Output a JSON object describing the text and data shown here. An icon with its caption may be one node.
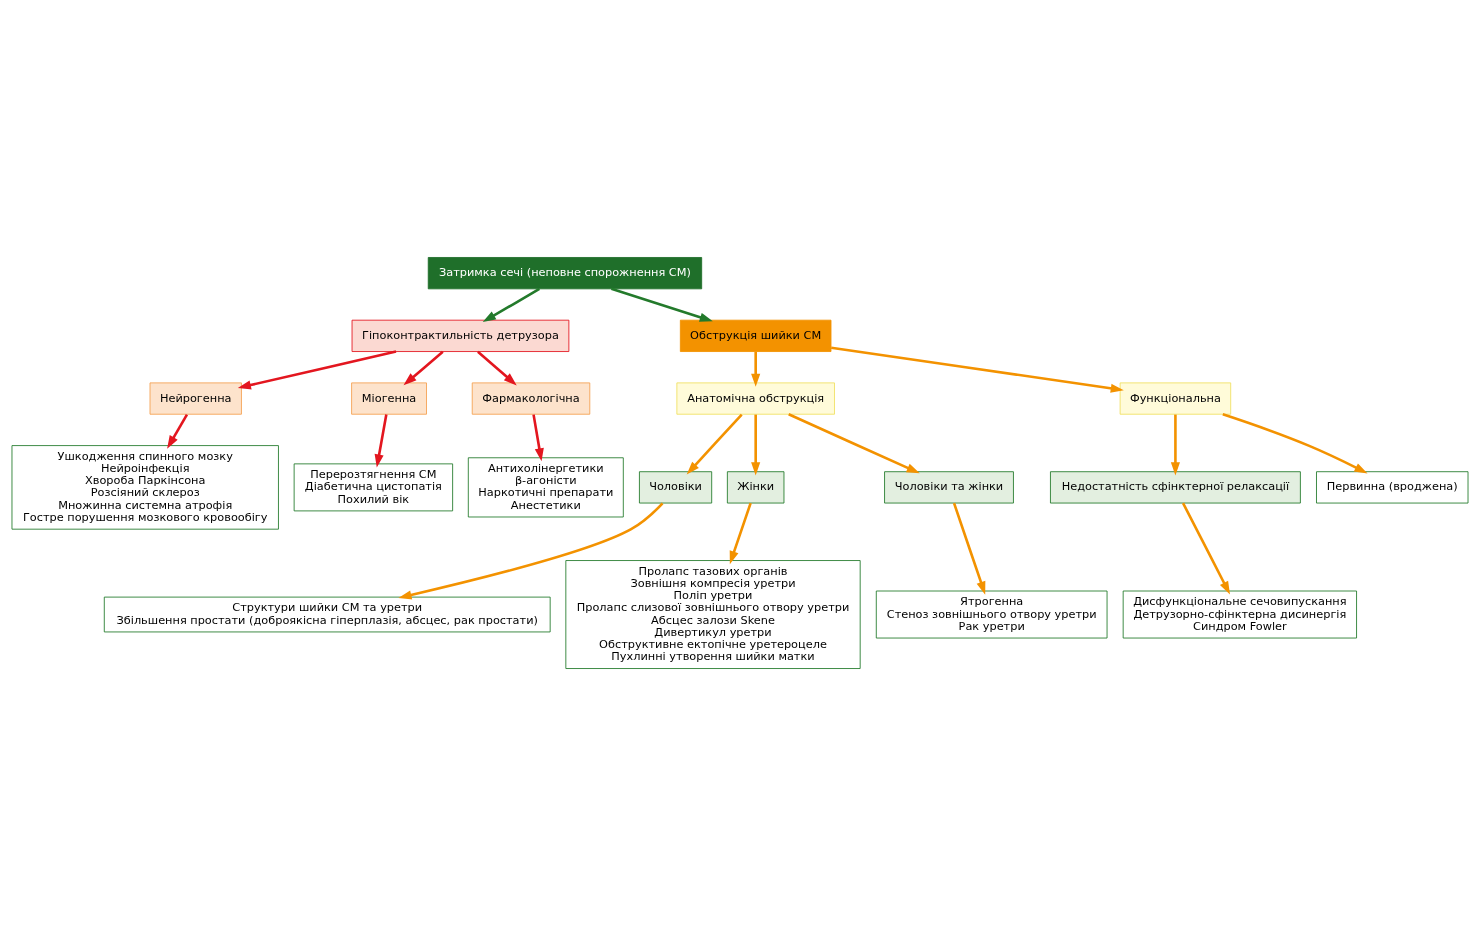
{
  "diagram": {
    "nodes": [
      {
        "text": [
          "Затримка сечі (неповне спорожнення СМ)"
        ]
      },
      {
        "text": [
          "Гіпоконтрактильність детрузора"
        ]
      },
      {
        "text": [
          "Обструкція шийки СМ"
        ]
      },
      {
        "text": [
          "Нейрогенна"
        ]
      },
      {
        "text": [
          "Міогенна"
        ]
      },
      {
        "text": [
          "Фармакологічна"
        ]
      },
      {
        "text": [
          "Анатомічна обструкція"
        ]
      },
      {
        "text": [
          "Функціональна"
        ]
      },
      {
        "text": [
          "Чоловіки"
        ]
      },
      {
        "text": [
          "Жінки"
        ]
      },
      {
        "text": [
          "Чоловіки та жінки"
        ]
      },
      {
        "text": [
          "Недостатність сфінктерної релаксації"
        ]
      },
      {
        "text": [
          "Ушкодження спинного мозку",
          "Нейроінфекція",
          "Хвороба Паркінсона",
          "Розсіяний склероз",
          "Множинна системна атрофія",
          "Гостре порушення мозкового кровообігу"
        ]
      },
      {
        "text": [
          "Перерозтягнення СМ",
          "Діабетична цистопатія",
          "Похилий вік"
        ]
      },
      {
        "text": [
          "Антихолінергетики",
          "β-агоністи",
          "Наркотичні препарати",
          "Анестетики"
        ]
      },
      {
        "text": [
          "Структури шийки СМ та уретри",
          "Збільшення простати (доброякісна гіперплазія, абсцес, рак простати)"
        ]
      },
      {
        "text": [
          "Пролапс тазових органів",
          "Зовнішня компресія уретри",
          "Поліп уретри",
          "Пролапс слизової зовнішнього отвору уретри",
          "Абсцес залози Skene",
          "Дивертикул уретри",
          "Обструктивне ектопічне уретероцеле",
          "Пухлинні утворення шийки матки"
        ]
      },
      {
        "text": [
          "Ятрогенна",
          "Стеноз зовнішнього отвору уретри",
          "Рак уретри"
        ]
      },
      {
        "text": [
          "Первинна (вроджена)"
        ]
      },
      {
        "text": [
          "Дисфункціональне сечовипускання",
          "Детрузорно-сфінктерна дисинергія",
          "Синдром Fowler"
        ]
      }
    ],
    "edges": [
      {
        "from": 0,
        "to": 1,
        "arrow": "to",
        "color": "#237a2b"
      },
      {
        "from": 0,
        "to": 2,
        "arrow": "to",
        "color": "#237a2b"
      },
      {
        "from": 1,
        "to": 3,
        "arrow": "to",
        "color": "#e3161f"
      },
      {
        "from": 1,
        "to": 4,
        "arrow": "to",
        "color": "#e3161f"
      },
      {
        "from": 1,
        "to": 5,
        "arrow": "to",
        "color": "#e3161f"
      },
      {
        "from": 2,
        "to": 6,
        "arrow": "to"
      },
      {
        "from": 2,
        "to": 7,
        "arrow": "to"
      },
      {
        "from": 3,
        "to": 12,
        "arrow": "to",
        "color": "#e3161f"
      },
      {
        "from": 4,
        "to": 13,
        "arrow": "to",
        "color": "#e3161f"
      },
      {
        "from": 5,
        "to": 14,
        "arrow": "to",
        "color": "#e3161f"
      },
      {
        "from": 6,
        "to": 8,
        "arrow": "to"
      },
      {
        "from": 6,
        "to": 9,
        "arrow": "to"
      },
      {
        "from": 6,
        "to": 10,
        "arrow": "to"
      },
      {
        "from": 7,
        "to": 18,
        "arrow": "to"
      },
      {
        "from": 7,
        "to": 11,
        "arrow": "to"
      },
      {
        "from": 8,
        "to": 15,
        "arrow": "to"
      },
      {
        "from": 9,
        "to": 16,
        "arrow": "to"
      },
      {
        "from": 10,
        "to": 17,
        "arrow": "to"
      },
      {
        "from": 11,
        "to": 19,
        "arrow": "to"
      }
    ]
  }
}
